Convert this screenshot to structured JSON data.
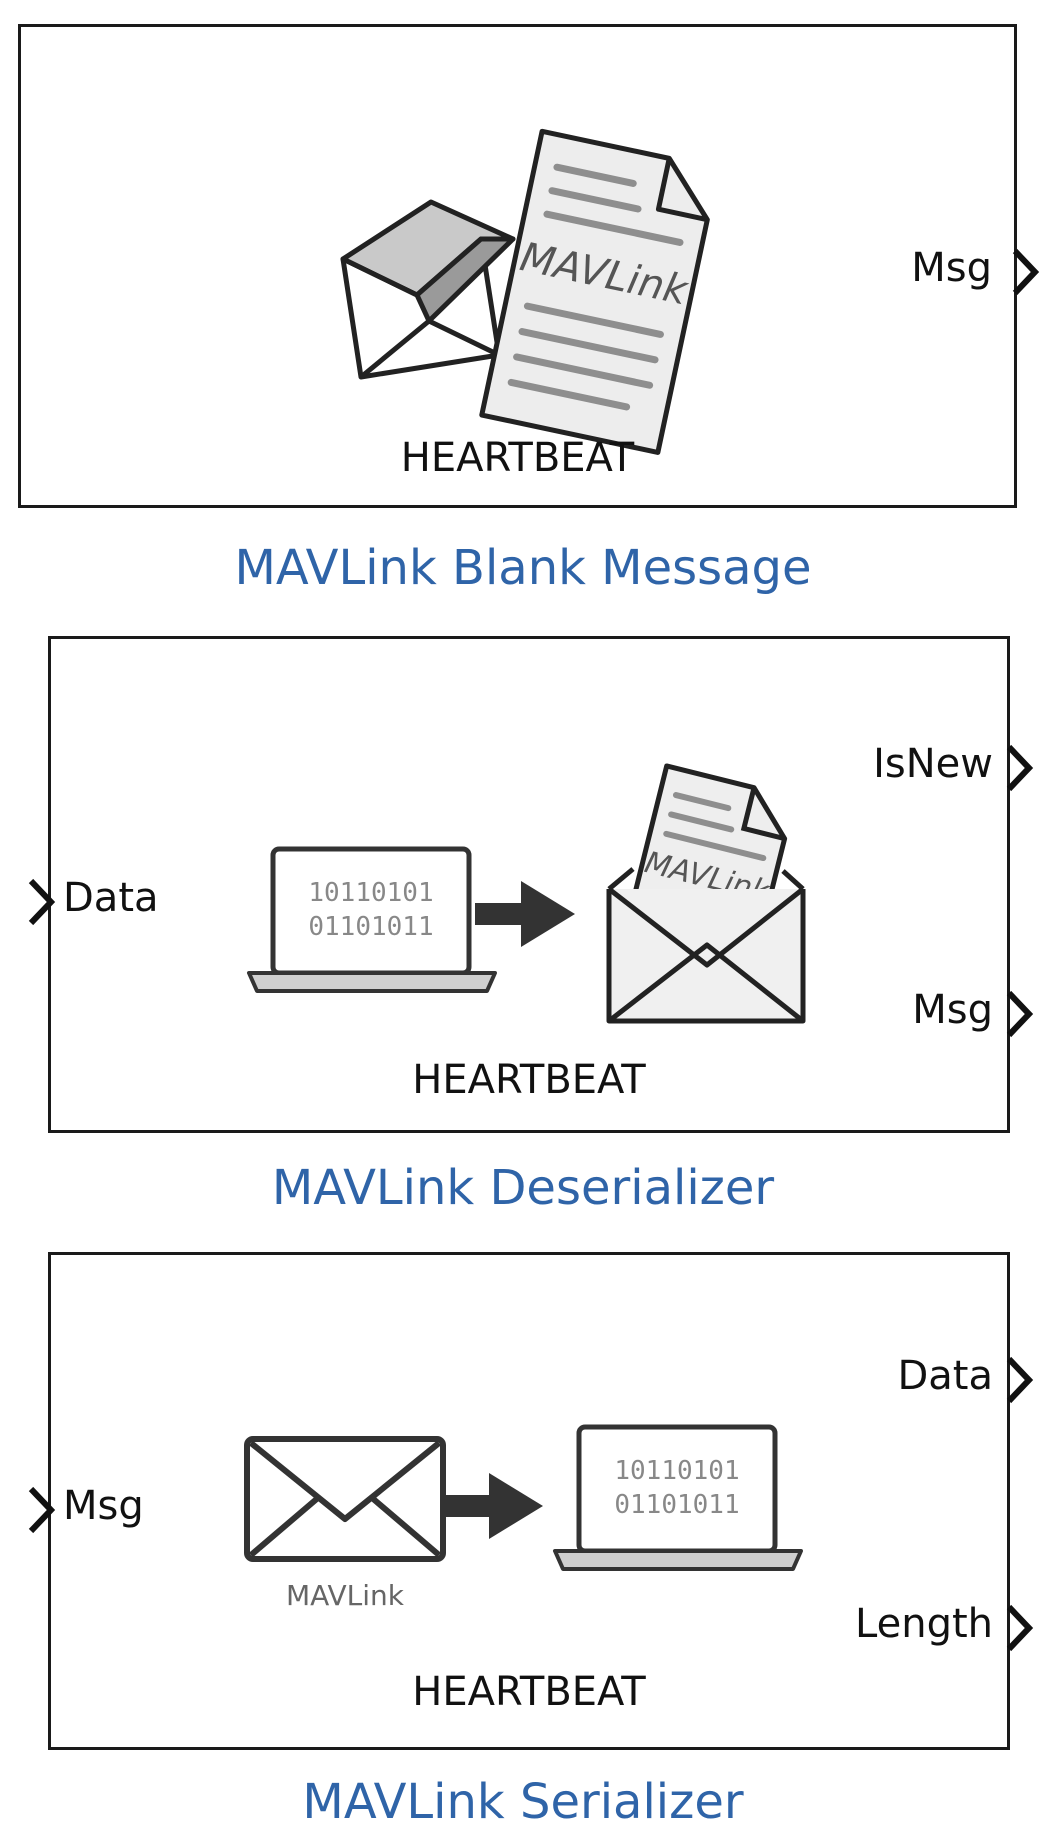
{
  "blocks": [
    {
      "caption": "MAVLink Blank Message",
      "message": "HEARTBEAT",
      "inputs": [],
      "outputs": [
        "Msg"
      ],
      "icon": "envelope-and-mavlink-document-icon",
      "doc_label": "MAVLink"
    },
    {
      "caption": "MAVLink Deserializer",
      "message": "HEARTBEAT",
      "inputs": [
        "Data"
      ],
      "outputs": [
        "IsNew",
        "Msg"
      ],
      "icon": "laptop-to-open-envelope-icon",
      "binary_lines": [
        "10110101",
        "01101011"
      ],
      "doc_label": "MAVLink"
    },
    {
      "caption": "MAVLink Serializer",
      "message": "HEARTBEAT",
      "inputs": [
        "Msg"
      ],
      "outputs": [
        "Data",
        "Length"
      ],
      "icon": "envelope-to-laptop-icon",
      "binary_lines": [
        "10110101",
        "01101011"
      ],
      "envelope_label": "MAVLink"
    }
  ]
}
